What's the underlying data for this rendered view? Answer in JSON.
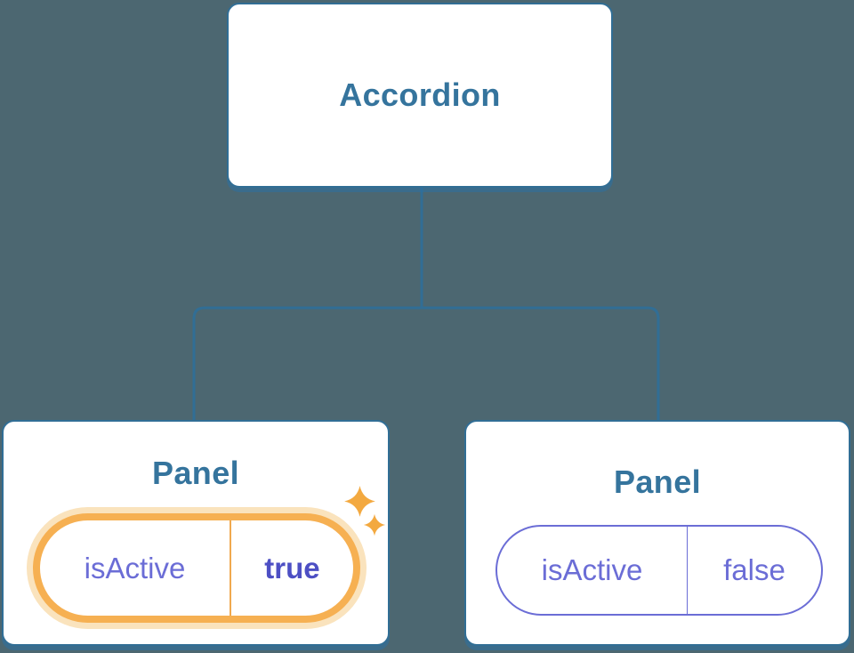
{
  "tree": {
    "root": {
      "label": "Accordion"
    },
    "panels": [
      {
        "title": "Panel",
        "state_name": "isActive",
        "state_value": "true",
        "highlighted": true
      },
      {
        "title": "Panel",
        "state_name": "isActive",
        "state_value": "false",
        "highlighted": false
      }
    ]
  },
  "icons": [
    {
      "name": "sparkle-icon-large",
      "meaning": "highlight/just-changed state",
      "color": "#F3A940"
    },
    {
      "name": "sparkle-icon-small",
      "meaning": "highlight/just-changed state",
      "color": "#F3A940"
    }
  ],
  "colors": {
    "background": "#4C6771",
    "node_fill": "#FFFFFF",
    "node_border": "#316E95",
    "node_shadow": "rgba(44,113,163,0.55)",
    "title_text": "#35749D",
    "state_text": "#6B6DD6",
    "state_value_active_text": "#4D4FC4",
    "highlight_orange": "#F6B052",
    "highlight_halo": "#FAE3BD",
    "highlight_divider": "#F0A94F",
    "sparkle": "#F3A940",
    "connector": "#316E95"
  }
}
